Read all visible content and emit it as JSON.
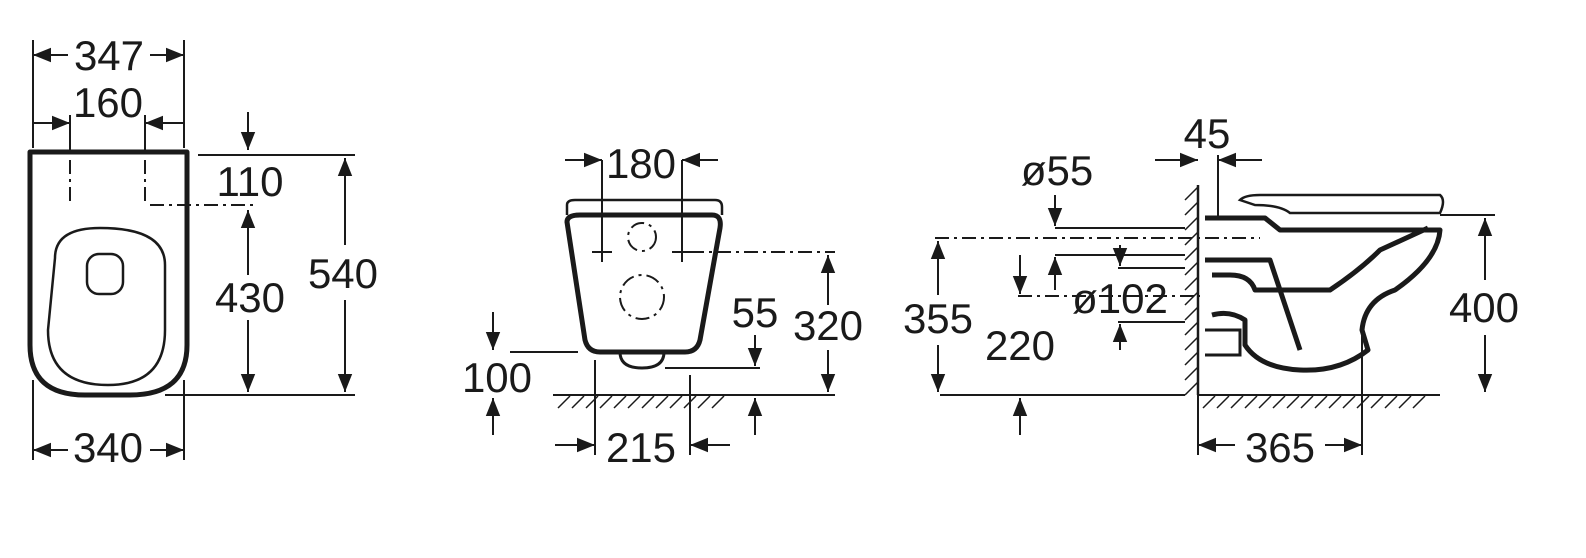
{
  "front_view": {
    "width_top": "347",
    "fixing_spacing": "160",
    "fixing_from_top": "110",
    "fixing_height": "430",
    "depth": "540",
    "width_bottom": "340"
  },
  "rear_view": {
    "fixing_spacing": "180",
    "outlet_height": "55",
    "fixing_height": "320",
    "floor_clearance": "100",
    "outlet_width": "215"
  },
  "side_view": {
    "inlet_diameter": "ø55",
    "wall_offset": "45",
    "inlet_height": "355",
    "outlet_height": "220",
    "outlet_diameter": "ø102",
    "bowl_height": "400",
    "projection": "365"
  }
}
